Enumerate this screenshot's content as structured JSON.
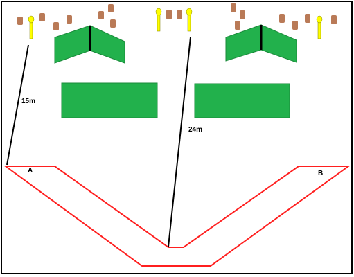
{
  "labels": {
    "left_distance": "15m",
    "center_distance": "24m",
    "point_a": "A",
    "point_b": "B"
  },
  "colors": {
    "frame": "#000000",
    "track": "#ff1f1f",
    "green_panel": "#22b14c",
    "panel_edge": "#000000",
    "brown_block": "#b97a57",
    "yellow_marker": "#ffff00",
    "measure_line": "#000000"
  },
  "icons": {
    "brown_block": "brown-block-icon",
    "yellow_marker": "yellow-marker-icon"
  }
}
